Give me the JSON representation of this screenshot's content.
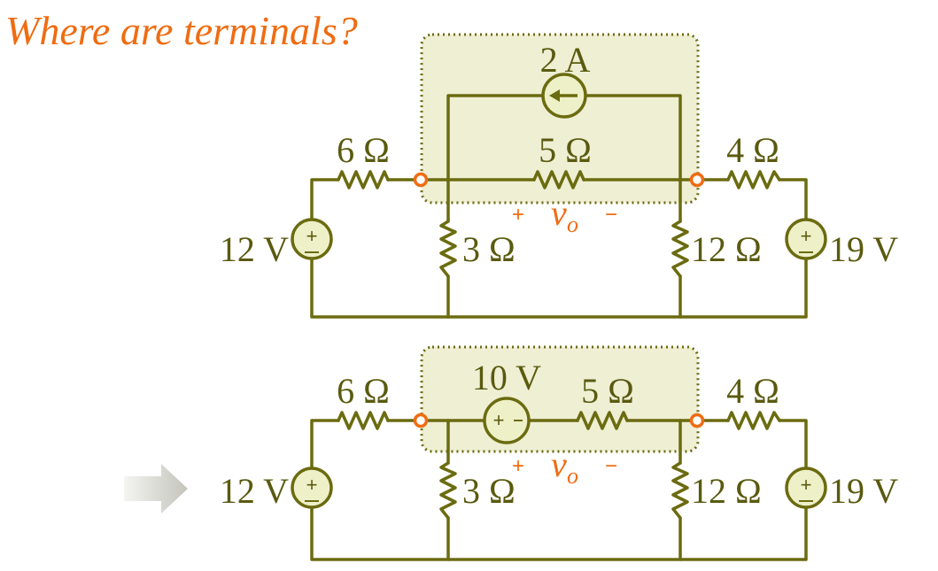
{
  "title": "Where are terminals?",
  "colors": {
    "title": "#ef6c12",
    "circuit": "#6b6b10",
    "label": "#5a5a10",
    "terminal": "#ef6c12",
    "shaded_box": "#e8e9c4"
  },
  "top_circuit": {
    "r_left": "6 Ω",
    "r_mid": "5 Ω",
    "r_right": "4 Ω",
    "r_shunt_left": "3 Ω",
    "r_shunt_right": "12 Ω",
    "v_left": "12 V",
    "v_right": "19 V",
    "current_source": "2 A",
    "vo": "v",
    "vo_sub": "o",
    "plus": "+",
    "minus": "−"
  },
  "bottom_circuit": {
    "r_left": "6 Ω",
    "r_mid": "5 Ω",
    "r_right": "4 Ω",
    "r_shunt_left": "3 Ω",
    "r_shunt_right": "12 Ω",
    "v_left": "12 V",
    "v_right": "19 V",
    "voltage_source": "10 V",
    "vo": "v",
    "vo_sub": "o",
    "plus": "+",
    "minus": "−"
  },
  "icons": {
    "arrow": "right-arrow-icon"
  }
}
